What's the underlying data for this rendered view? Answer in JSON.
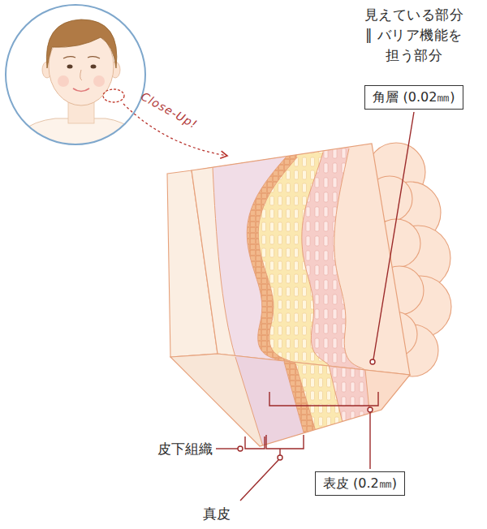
{
  "diagram": {
    "nodes": [
      {
        "text": [
          "見えている部分 ‖ バリア機能を 担う部分",
          "角層 (0.02㎜)"
        ]
      },
      {
        "text": [
          "表皮 (0.2㎜)"
        ]
      }
    ],
    "labels": [
      "Close-Up!",
      "皮下組織",
      "真皮"
    ]
  }
}
